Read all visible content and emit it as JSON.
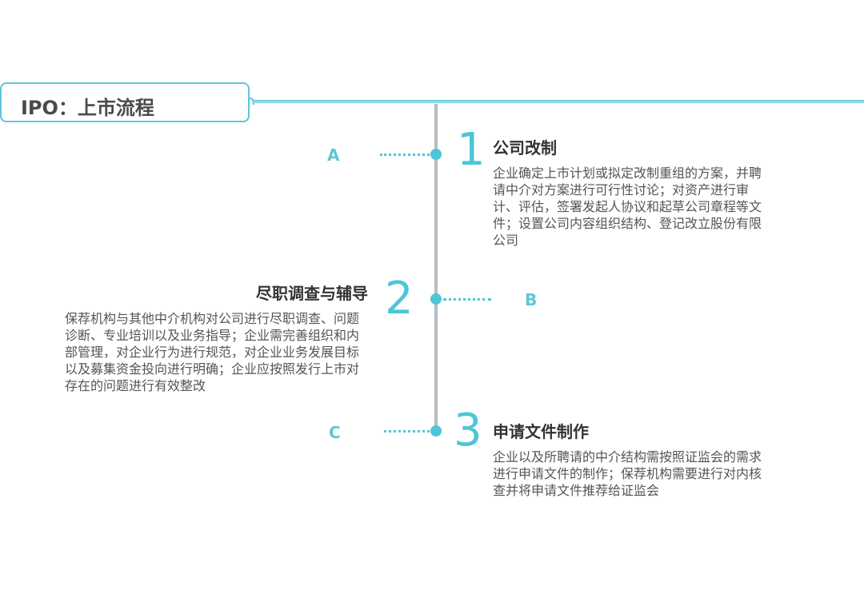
{
  "title": "IPO：上市流程",
  "steps": [
    {
      "number": "1",
      "marker": "A",
      "title": "公司改制",
      "description": "企业确定上市计划或拟定改制重组的方案，并聘请中介对方案进行可行性讨论；对资产进行审计、评估，签署发起人协议和起草公司章程等文件；设置公司内容组织结构、登记改立股份有限公司"
    },
    {
      "number": "2",
      "marker": "B",
      "title": "尽职调查与辅导",
      "description": "保荐机构与其他中介机构对公司进行尽职调查、问题诊断、专业培训以及业务指导；企业需完善组织和内部管理，对企业行为进行规范，对企业业务发展目标以及募集资金投向进行明确；企业应按照发行上市对存在的问题进行有效整改"
    },
    {
      "number": "3",
      "marker": "C",
      "title": "申请文件制作",
      "description": "企业以及所聘请的中介结构需按照证监会的需求进行申请文件的制作；保荐机构需要进行对内核查并将申请文件推荐给证监会"
    }
  ],
  "colors": {
    "accent": "#4dc6d8",
    "border": "#5cc8d8",
    "timeline": "#b5bcc4",
    "title_text": "#4a4a4a",
    "body_text": "#555555"
  }
}
